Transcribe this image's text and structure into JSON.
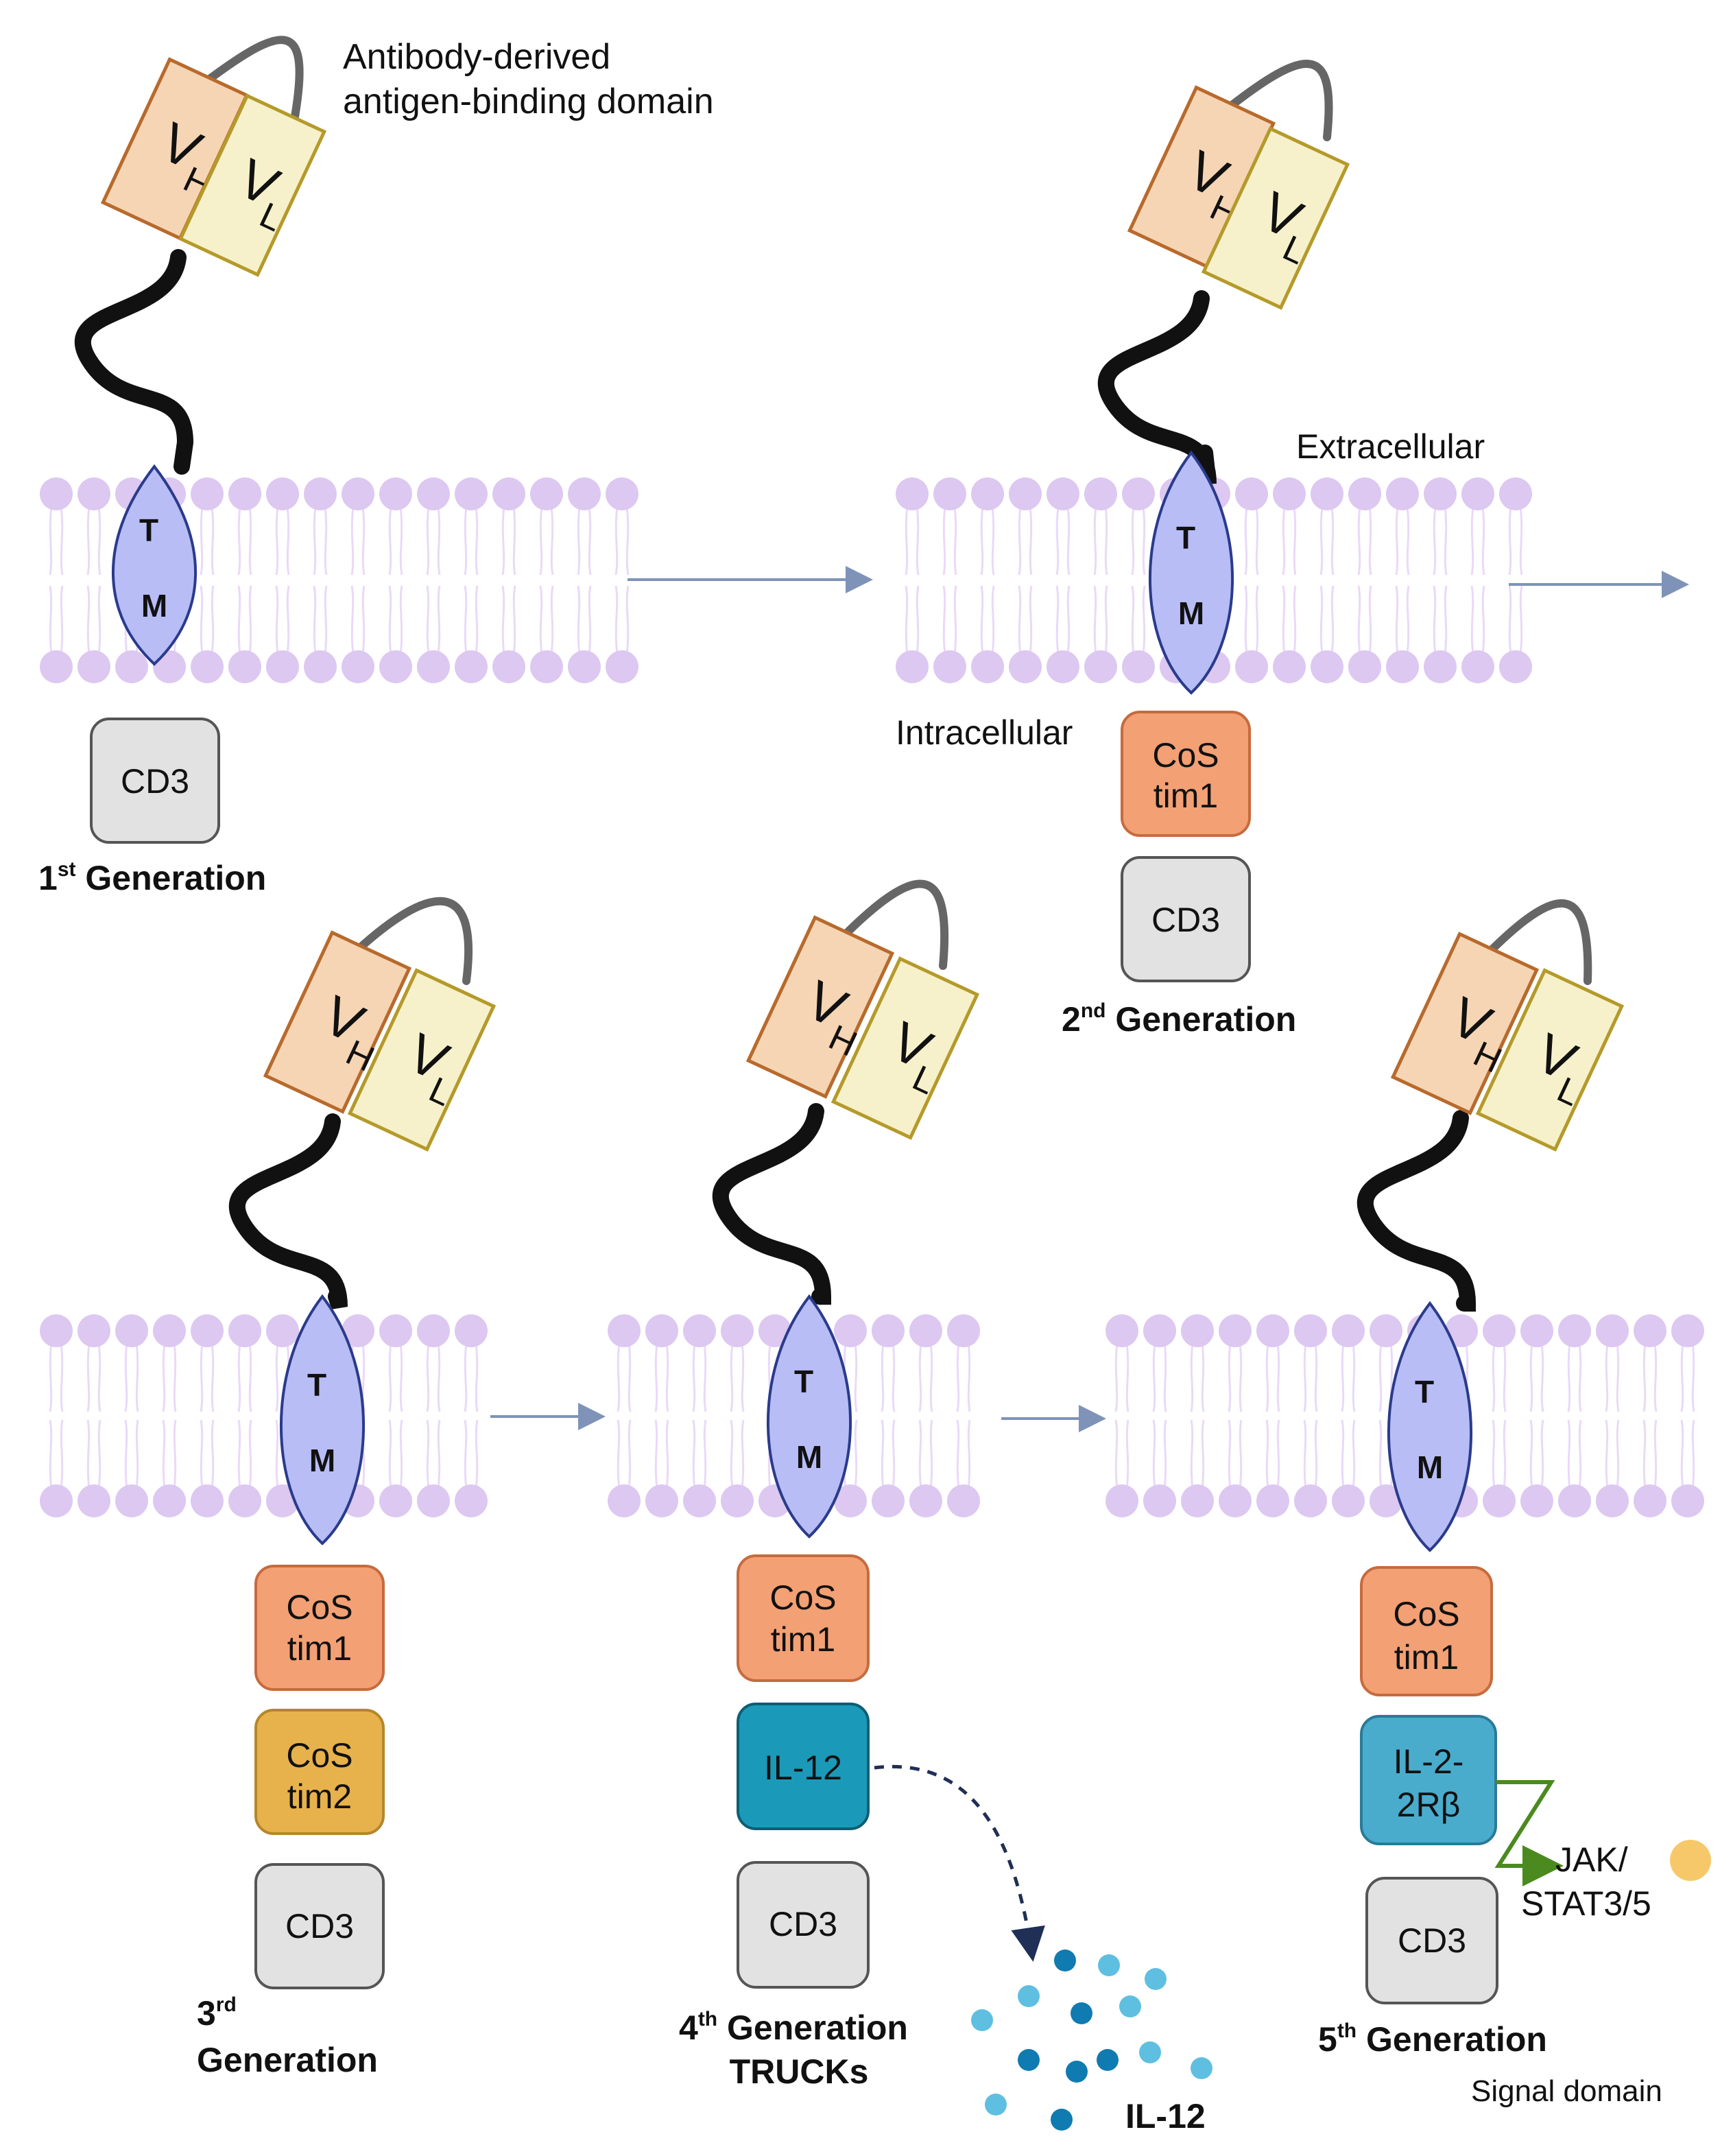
{
  "labels": {
    "antibody_line1": "Antibody-derived",
    "antibody_line2": "antigen-binding domain",
    "extracellular": "Extracellular",
    "intracellular": "Intracellular",
    "signal_domain": "Signal domain",
    "jak_line1": "JAK/",
    "jak_line2": "STAT3/5",
    "il12_secreted": "IL-12"
  },
  "domain_text": {
    "vh_letter": "V",
    "vh_sub": "H",
    "vl_letter": "V",
    "vl_sub": "L",
    "tm_top": "T",
    "tm_bottom": "M",
    "cd3": "CD3",
    "costim1_line1": "CoS",
    "costim1_line2": "tim1",
    "costim2_line1": "CoS",
    "costim2_line2": "tim2",
    "il12_domain": "IL-12",
    "il2_line1": "IL-2-",
    "il2_line2": "2Rβ"
  },
  "generations": {
    "g1": {
      "prefix": "1",
      "sup": "st",
      "text": " Generation"
    },
    "g2": {
      "prefix": "2",
      "sup": "nd",
      "text": " Generation"
    },
    "g3": {
      "prefix": "3",
      "sup": "rd",
      "text": "Generation"
    },
    "g4": {
      "prefix": "4",
      "sup": "th",
      "text": " Generation",
      "line2": "TRUCKs"
    },
    "g5": {
      "prefix": "5",
      "sup": "th",
      "text": " Generation"
    }
  },
  "colors": {
    "vh_fill": "#f5d5b4",
    "vh_stroke": "#b86a2c",
    "vl_fill": "#f6f1cb",
    "vl_stroke": "#b59a2a",
    "tm_fill": "#b8bdf6",
    "tm_stroke": "#2a3b8c",
    "cd3_fill": "#e2e2e2",
    "costim1_fill": "#f2a074",
    "costim2_fill": "#e7b24c",
    "il12_fill": "#1a9ab8",
    "il2_fill": "#4aaccd",
    "lipid_head": "#dcc8f0",
    "lipid_tail": "#ead9f8",
    "arrow": "#7f93b8",
    "cytokine": "#2aa9d6",
    "cytokine_alt": "#0f7bb0",
    "stat_dot": "#f7c86a",
    "jak_arrow": "#4a8a1f"
  }
}
